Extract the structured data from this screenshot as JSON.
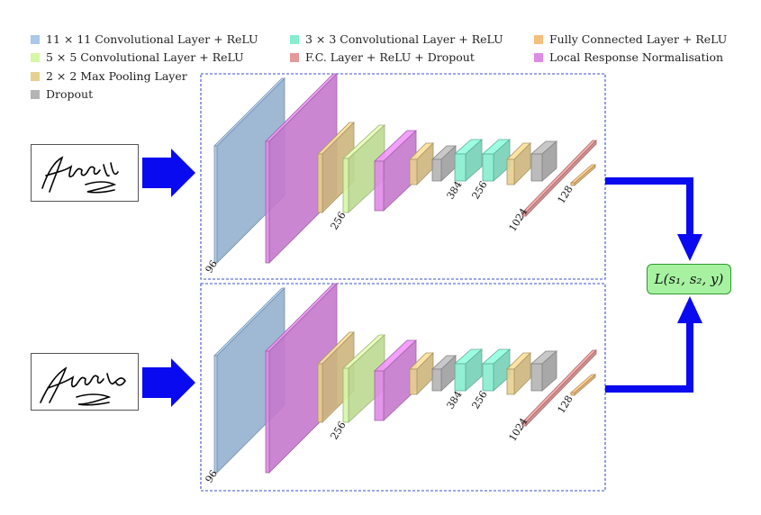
{
  "legend": [
    {
      "label": "11 × 11 Convolutional Layer + ReLU",
      "color": "#a9c8ea"
    },
    {
      "label": "5 × 5 Convolutional Layer + ReLU",
      "color": "#d6f7a6"
    },
    {
      "label": "2 × 2 Max Pooling Layer",
      "color": "#e9cf8e"
    },
    {
      "label": "Dropout",
      "color": "#b4b4b4"
    },
    {
      "label": "3 × 3 Convolutional Layer + ReLU",
      "color": "#86edcf"
    },
    {
      "label": "F.C. Layer + ReLU + Dropout",
      "color": "#e59898"
    },
    {
      "label": "Fully Connected Layer + ReLU",
      "color": "#f5c07c"
    },
    {
      "label": "Local Response Normalisation",
      "color": "#e08ae8"
    }
  ],
  "branches": [
    {
      "labels": {
        "l96": "96",
        "l256": "256",
        "l384": "384",
        "l256b": "256",
        "l1024": "1024",
        "l128": "128"
      }
    },
    {
      "labels": {
        "l96": "96",
        "l256": "256",
        "l384": "384",
        "l256b": "256",
        "l1024": "1024",
        "l128": "128"
      }
    }
  ],
  "loss": {
    "label": "L(s₁, s₂, y)"
  },
  "colors": {
    "conv11": "#a9c8ea",
    "lrn": "#e08ae8",
    "pool": "#e9cf8e",
    "conv5": "#d6f7a6",
    "conv3": "#86edcf",
    "dropout": "#b4b4b4",
    "fcdrop": "#e59898",
    "fc": "#f5c07c",
    "arrow": "#0a0af0",
    "frame": "#3a52c8"
  }
}
